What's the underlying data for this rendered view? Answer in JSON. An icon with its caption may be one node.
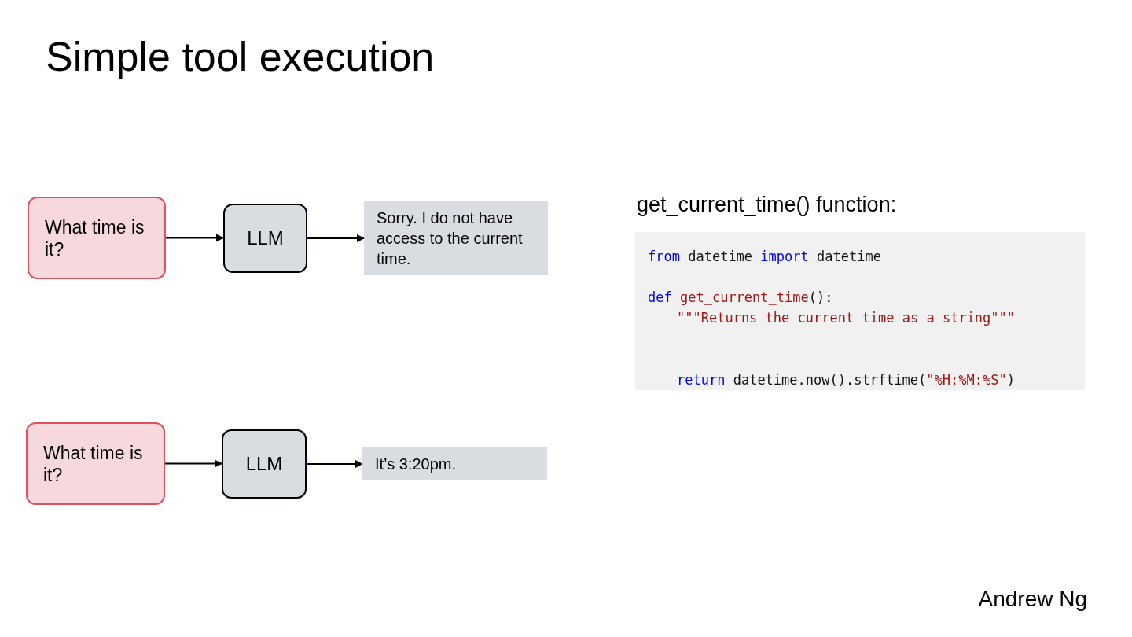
{
  "diagram": {
    "title": "Simple tool execution",
    "nodes": [
      {
        "text": [
          "What time is it?"
        ]
      },
      {
        "text": [
          "LLM"
        ]
      },
      {
        "text": [
          "Sorry. I do not have access to the current time."
        ]
      },
      {
        "text": [
          "What time is it?"
        ]
      },
      {
        "text": [
          "LLM"
        ]
      },
      {
        "text": [
          "It’s 3:20pm."
        ]
      },
      {
        "text": [
          "get_current_time() function:",
          "from datetime import datetime",
          "def get_current_time():",
          "\"\"\"Returns the current time as a string\"\"\"",
          "return datetime.now().strftime(\"%H:%M:%S\")"
        ]
      }
    ],
    "edges": [
      {
        "from": 0,
        "to": 1,
        "arrow": "to"
      },
      {
        "from": 1,
        "to": 2,
        "arrow": "to"
      },
      {
        "from": 3,
        "to": 4,
        "arrow": "to"
      },
      {
        "from": 4,
        "to": 5,
        "arrow": "to"
      }
    ],
    "labels": [
      "Andrew Ng"
    ]
  }
}
